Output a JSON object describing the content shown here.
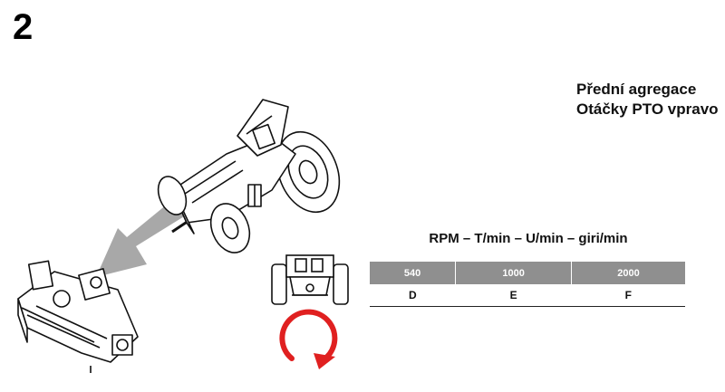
{
  "step": {
    "number": "2"
  },
  "header": {
    "line1": "Přední agregace",
    "line2": "Otáčky PTO vpravo"
  },
  "rpm_table": {
    "heading": "RPM – T/min – U/min – giri/min",
    "columns": [
      "540",
      "1000",
      "2000"
    ],
    "codes": [
      "D",
      "E",
      "F"
    ]
  },
  "colors": {
    "header_fill": "#8f8f8f",
    "rotation_arrow": "#e02020",
    "direction_arrow": "#a8a8a8"
  },
  "icons": {
    "tractor": "tractor-icon",
    "mulcher": "mulcher-icon",
    "direction_arrow": "direction-arrow-icon",
    "rotation": "clockwise-rotation-icon"
  }
}
